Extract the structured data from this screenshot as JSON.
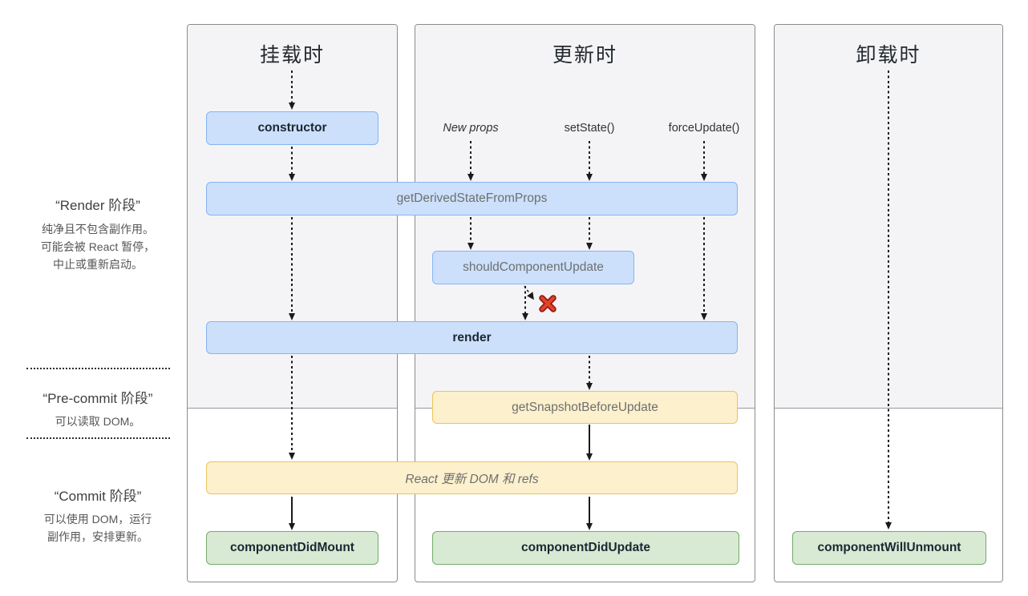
{
  "sidebar": {
    "phases": [
      {
        "title": "“Render 阶段”",
        "desc_lines": [
          "纯净且不包含副作用。",
          "可能会被 React 暂停，",
          "中止或重新启动。"
        ]
      },
      {
        "title": "“Pre-commit 阶段”",
        "desc_lines": [
          "可以读取 DOM。"
        ]
      },
      {
        "title": "“Commit 阶段”",
        "desc_lines": [
          "可以使用 DOM，运行",
          "副作用，安排更新。"
        ]
      }
    ]
  },
  "columns": [
    {
      "title": "挂载时"
    },
    {
      "title": "更新时"
    },
    {
      "title": "卸载时"
    }
  ],
  "triggers": [
    {
      "label": "New props"
    },
    {
      "label": "setState()"
    },
    {
      "label": "forceUpdate()"
    }
  ],
  "methods": {
    "ctor": "constructor",
    "getDerivedStateFromProps": "getDerivedStateFromProps",
    "shouldComponentUpdate": "shouldComponentUpdate",
    "render": "render",
    "getSnapshotBeforeUpdate": "getSnapshotBeforeUpdate",
    "reactUpdates": "React 更新 DOM 和 refs",
    "componentDidMount": "componentDidMount",
    "componentDidUpdate": "componentDidUpdate",
    "componentWillUnmount": "componentWillUnmount"
  },
  "colors": {
    "box_blue_bg": "#cce0fb",
    "box_blue_border": "#84b5f3",
    "box_yellow_bg": "#fcf0cd",
    "box_yellow_border": "#edc45b",
    "box_green_bg": "#d8ead3",
    "box_green_border": "#74ab6a",
    "phase_top_bg": "#f4f4f6",
    "column_border": "#8c8c8c",
    "required_text": "#1d2633",
    "optional_text": "#6f6f6f",
    "arrow": "#1a1a1a",
    "abort_x": "#e8402a"
  }
}
